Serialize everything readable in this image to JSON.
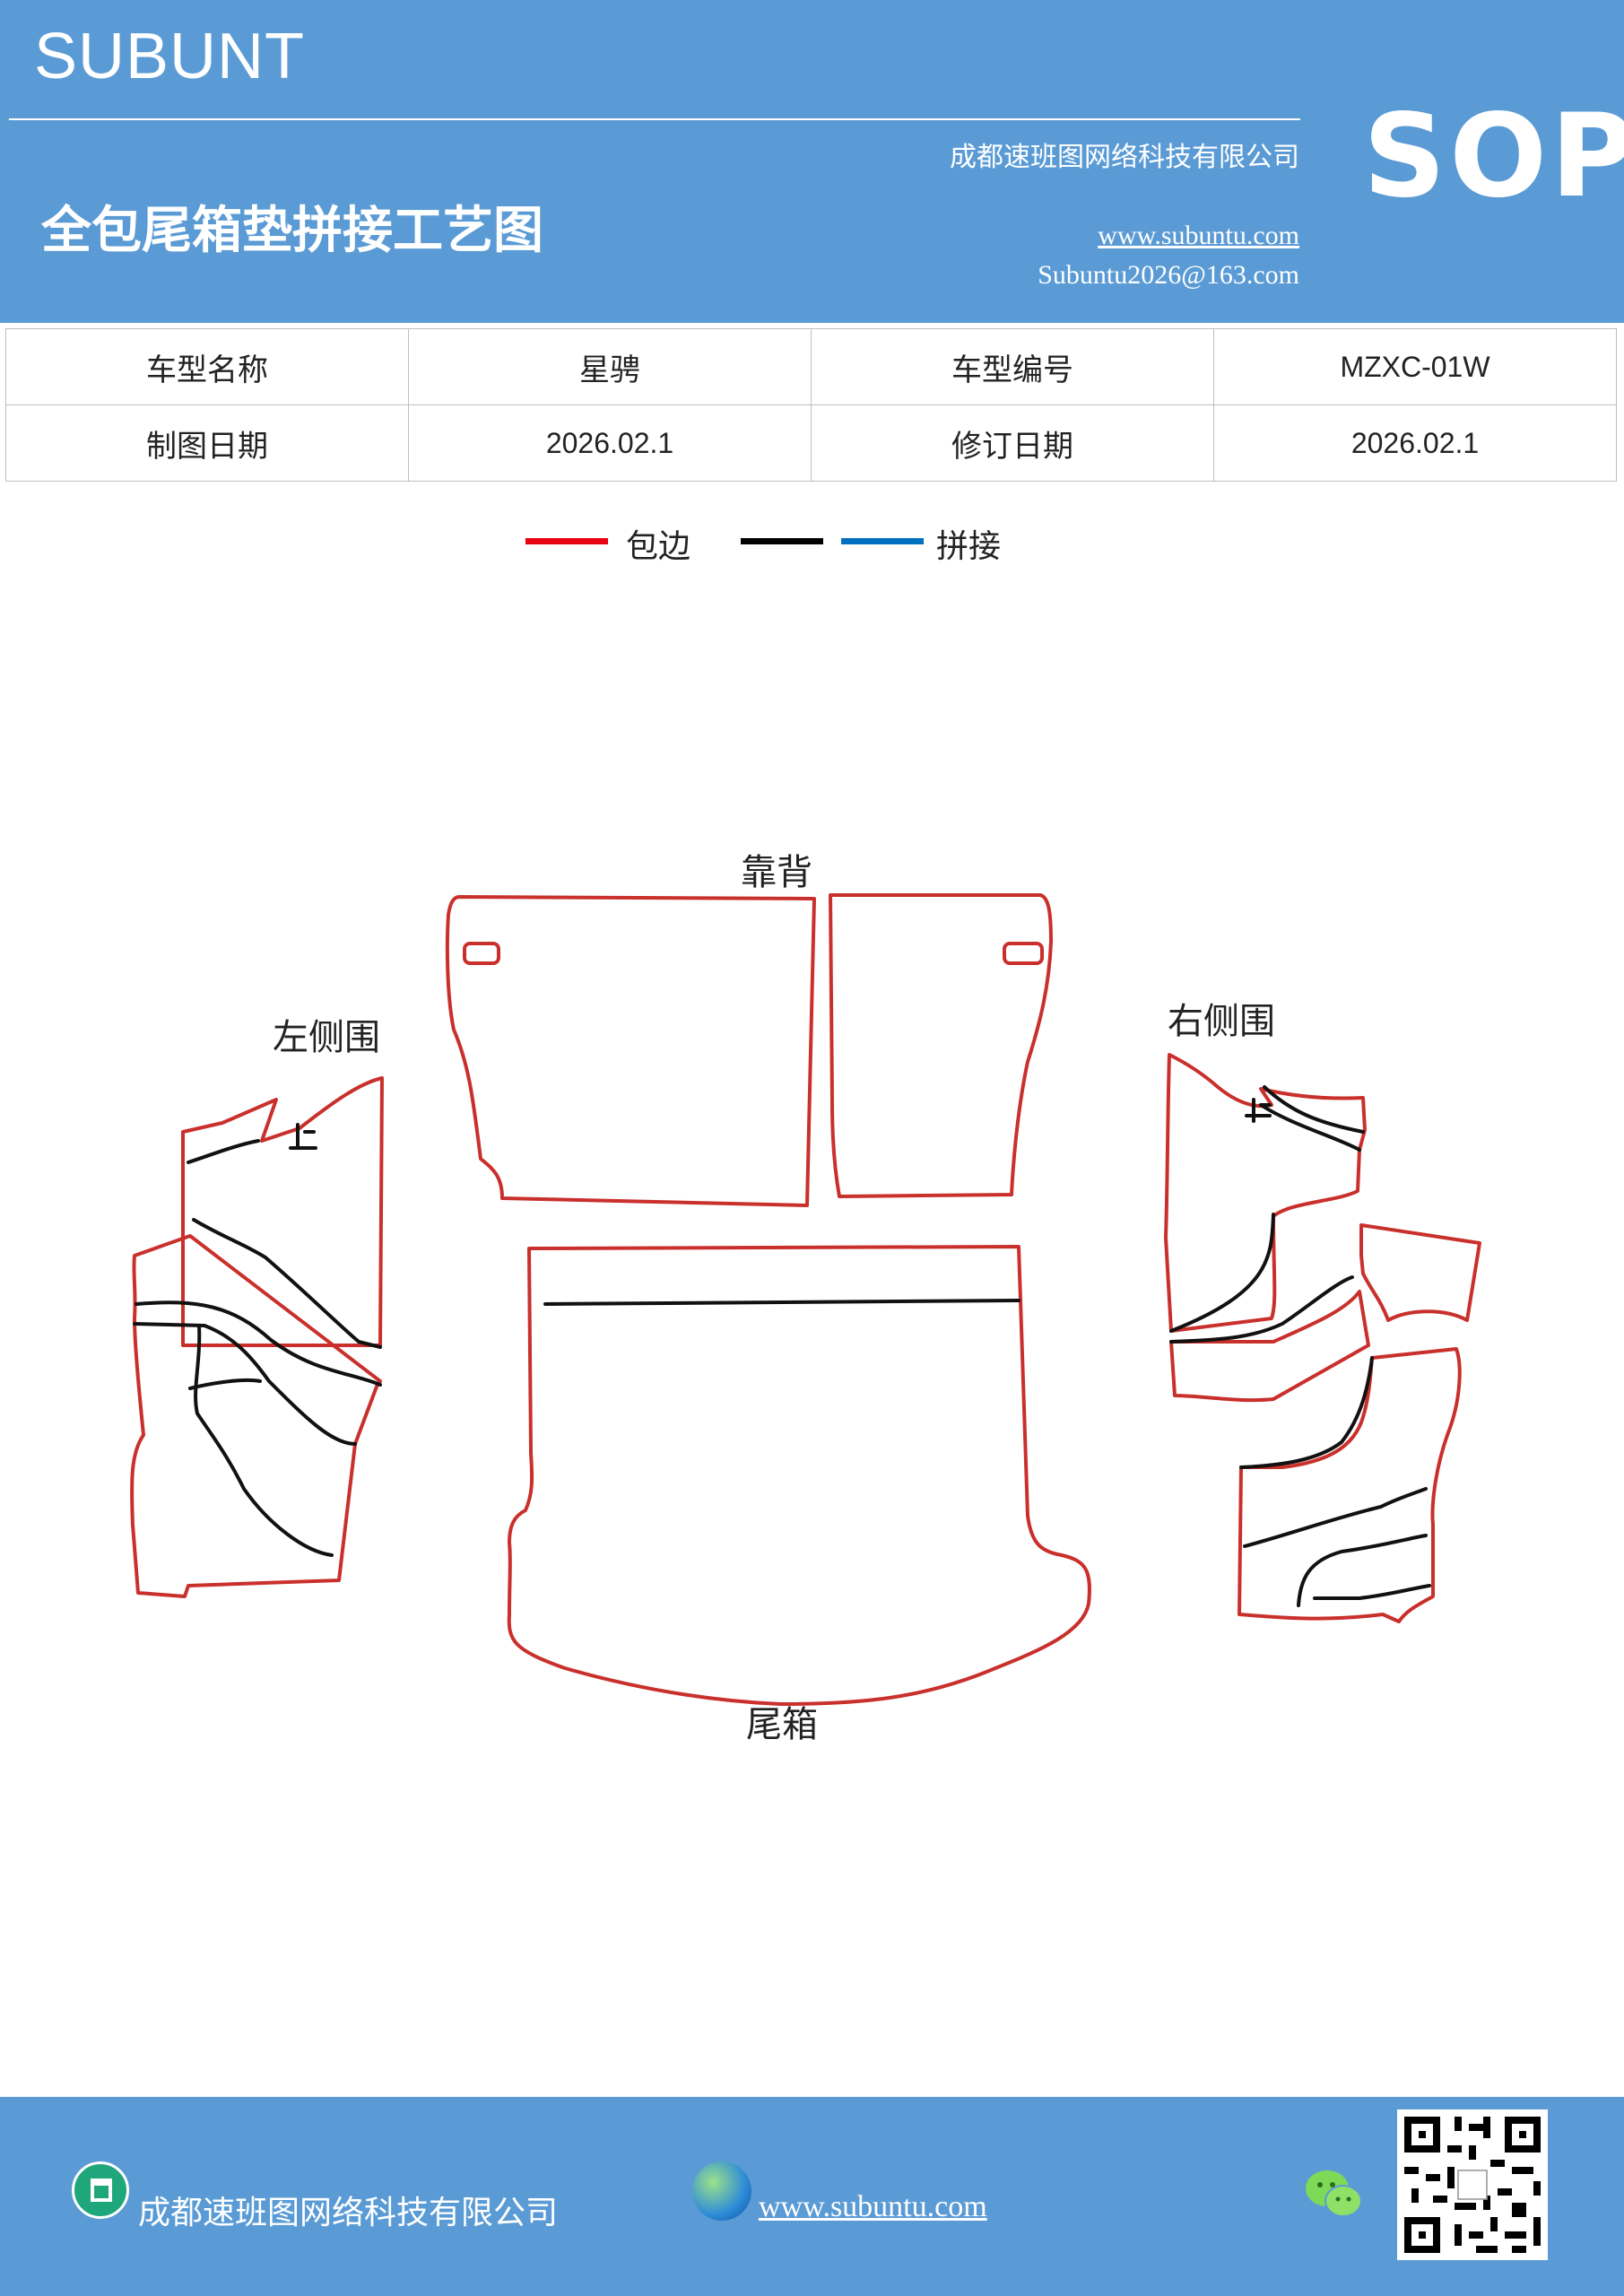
{
  "header": {
    "brand": "SUBUNT",
    "company": "成都速班图网络科技有限公司",
    "title": "全包尾箱垫拼接工艺图",
    "website": "www.subuntu.com",
    "email": "Subuntu2026@163.com",
    "badge": "SOP"
  },
  "info_table": {
    "model_name_label": "车型名称",
    "model_name_value": "星骋",
    "model_code_label": "车型编号",
    "model_code_value": "MZXC-01W",
    "draw_date_label": "制图日期",
    "draw_date_value": "2026.02.1",
    "revise_date_label": "修订日期",
    "revise_date_value": "2026.02.1"
  },
  "legend": {
    "edge_label": "包边",
    "edge_color": "#e60012",
    "seam_colors": [
      "#000000",
      "#0070c0"
    ],
    "seam_label": "拼接"
  },
  "diagram": {
    "backrest_label": "靠背",
    "left_side_label": "左侧围",
    "right_side_label": "右侧围",
    "trunk_label": "尾箱",
    "edge_color": "#c9302c",
    "seam_color": "#111111"
  },
  "footer": {
    "company": "成都速班图网络科技有限公司",
    "website": "www.subuntu.com",
    "building_icon": "building-icon",
    "globe_icon": "globe-icon",
    "wechat_icon": "wechat-icon",
    "qr_icon": "qr-code"
  }
}
